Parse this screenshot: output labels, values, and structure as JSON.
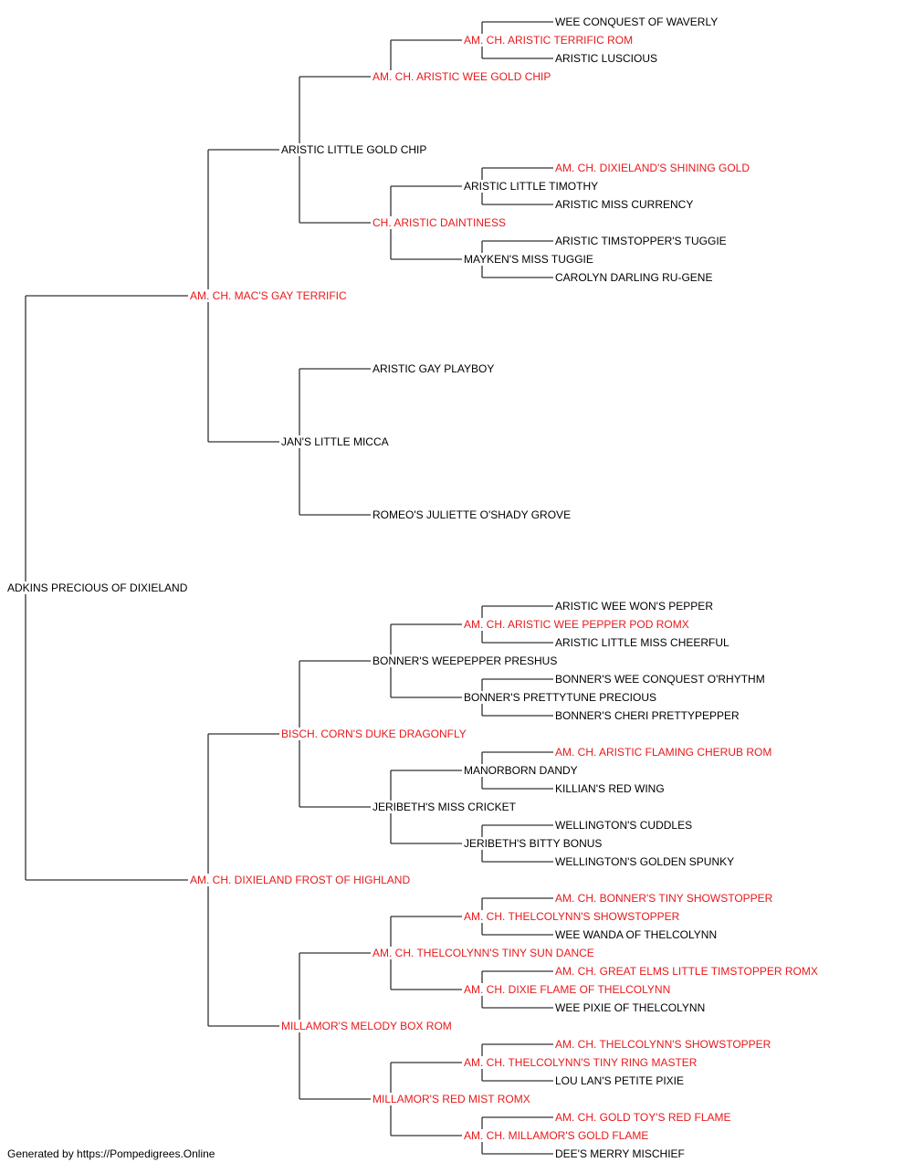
{
  "colors": {
    "champion": "#e8191b",
    "normal": "#000000",
    "line": "#333333"
  },
  "pedigree": {
    "name": "ADKINS PRECIOUS OF DIXIELAND",
    "champion": false,
    "sire": {
      "name": "AM. CH. MAC'S GAY TERRIFIC",
      "champion": true,
      "sire": {
        "name": "ARISTIC LITTLE GOLD CHIP",
        "champion": false,
        "sire": {
          "name": "AM. CH. ARISTIC WEE GOLD CHIP",
          "champion": true,
          "sire": {
            "name": "AM. CH. ARISTIC TERRIFIC ROM",
            "champion": true,
            "sire": {
              "name": "WEE CONQUEST OF WAVERLY",
              "champion": false
            },
            "dam": {
              "name": "ARISTIC LUSCIOUS",
              "champion": false
            }
          }
        },
        "dam": {
          "name": "CH. ARISTIC DAINTINESS",
          "champion": true,
          "sire": {
            "name": "ARISTIC LITTLE TIMOTHY",
            "champion": false,
            "sire": {
              "name": "AM. CH. DIXIELAND'S SHINING GOLD",
              "champion": true
            },
            "dam": {
              "name": "ARISTIC MISS CURRENCY",
              "champion": false
            }
          },
          "dam": {
            "name": "MAYKEN'S MISS TUGGIE",
            "champion": false,
            "sire": {
              "name": "ARISTIC TIMSTOPPER'S TUGGIE",
              "champion": false
            },
            "dam": {
              "name": "CAROLYN DARLING RU-GENE",
              "champion": false
            }
          }
        }
      },
      "dam": {
        "name": "JAN'S LITTLE MICCA",
        "champion": false,
        "sire": {
          "name": "ARISTIC GAY PLAYBOY",
          "champion": false
        },
        "dam": {
          "name": "ROMEO'S JULIETTE O'SHADY GROVE",
          "champion": false
        }
      }
    },
    "dam": {
      "name": "AM. CH. DIXIELAND FROST OF HIGHLAND",
      "champion": true,
      "sire": {
        "name": "BISCH. CORN'S DUKE DRAGONFLY",
        "champion": true,
        "sire": {
          "name": "BONNER'S WEEPEPPER PRESHUS",
          "champion": false,
          "sire": {
            "name": "AM. CH. ARISTIC WEE PEPPER POD ROMX",
            "champion": true,
            "sire": {
              "name": "ARISTIC WEE WON'S PEPPER",
              "champion": false
            },
            "dam": {
              "name": "ARISTIC LITTLE MISS CHEERFUL",
              "champion": false
            }
          },
          "dam": {
            "name": "BONNER'S PRETTYTUNE PRECIOUS",
            "champion": false,
            "sire": {
              "name": "BONNER'S WEE CONQUEST O'RHYTHM",
              "champion": false
            },
            "dam": {
              "name": "BONNER'S CHERI PRETTYPEPPER",
              "champion": false
            }
          }
        },
        "dam": {
          "name": "JERIBETH'S MISS CRICKET",
          "champion": false,
          "sire": {
            "name": "MANORBORN DANDY",
            "champion": false,
            "sire": {
              "name": "AM. CH. ARISTIC FLAMING CHERUB ROM",
              "champion": true
            },
            "dam": {
              "name": "KILLIAN'S RED WING",
              "champion": false
            }
          },
          "dam": {
            "name": "JERIBETH'S BITTY BONUS",
            "champion": false,
            "sire": {
              "name": "WELLINGTON'S CUDDLES",
              "champion": false
            },
            "dam": {
              "name": "WELLINGTON'S GOLDEN SPUNKY",
              "champion": false
            }
          }
        }
      },
      "dam": {
        "name": "MILLAMOR'S MELODY BOX ROM",
        "champion": true,
        "sire": {
          "name": "AM. CH. THELCOLYNN'S TINY SUN DANCE",
          "champion": true,
          "sire": {
            "name": "AM. CH. THELCOLYNN'S SHOWSTOPPER",
            "champion": true,
            "sire": {
              "name": "AM. CH. BONNER'S TINY SHOWSTOPPER",
              "champion": true
            },
            "dam": {
              "name": "WEE WANDA OF THELCOLYNN",
              "champion": false
            }
          },
          "dam": {
            "name": "AM. CH. DIXIE FLAME OF THELCOLYNN",
            "champion": true,
            "sire": {
              "name": "AM. CH. GREAT ELMS LITTLE TIMSTOPPER ROMX",
              "champion": true
            },
            "dam": {
              "name": "WEE PIXIE OF THELCOLYNN",
              "champion": false
            }
          }
        },
        "dam": {
          "name": "MILLAMOR'S RED MIST ROMX",
          "champion": true,
          "sire": {
            "name": "AM. CH. THELCOLYNN'S TINY RING MASTER",
            "champion": true,
            "sire": {
              "name": "AM. CH. THELCOLYNN'S SHOWSTOPPER",
              "champion": true
            },
            "dam": {
              "name": "LOU LAN'S PETITE PIXIE",
              "champion": false
            }
          },
          "dam": {
            "name": "AM. CH. MILLAMOR'S GOLD FLAME",
            "champion": true,
            "sire": {
              "name": "AM. CH. GOLD TOY'S RED FLAME",
              "champion": true
            },
            "dam": {
              "name": "DEE'S MERRY MISCHIEF",
              "champion": false
            }
          }
        }
      }
    }
  },
  "footer": "Generated by https://Pompedigrees.Online"
}
